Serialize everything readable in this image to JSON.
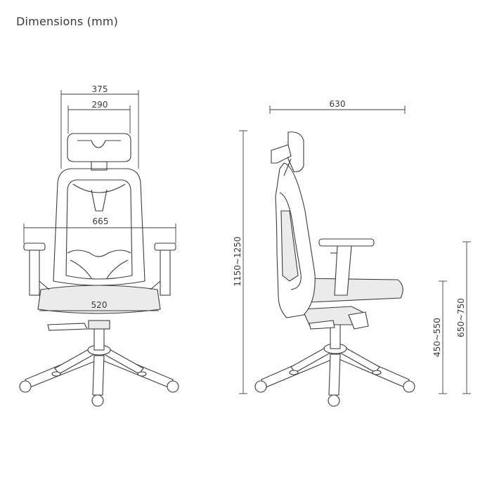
{
  "title": "Dimensions (mm)",
  "front_view": {
    "overall_width": "375",
    "headrest_width": "290",
    "armrest_width": "665",
    "seat_width": "520"
  },
  "side_view": {
    "depth": "630",
    "total_height": "1150~1250",
    "seat_height": "450~550",
    "armrest_height": "650~750"
  }
}
